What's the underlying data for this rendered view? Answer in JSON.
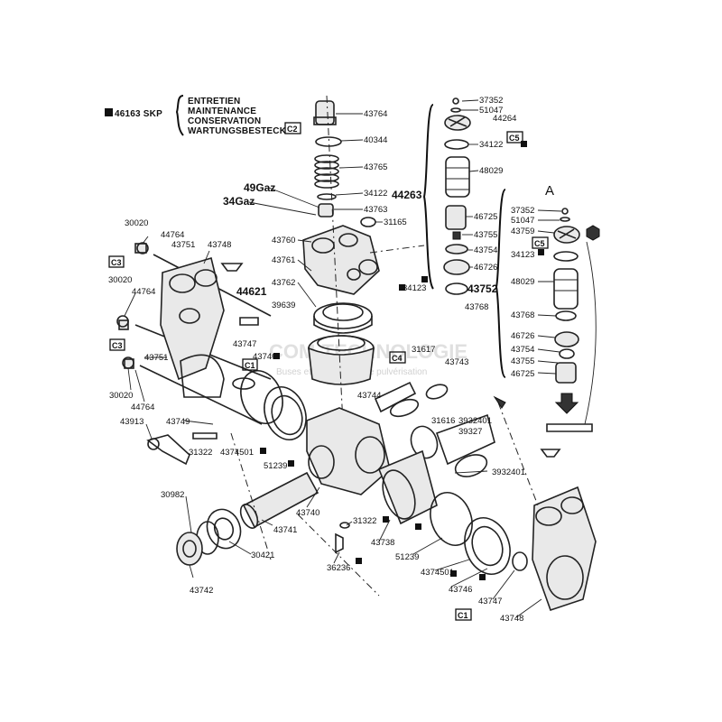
{
  "header": {
    "ref": "46163 SKP",
    "lines": [
      "ENTRETIEN",
      "MAINTENANCE",
      "CONSERVATION",
      "WARTUNGSBESTECK"
    ]
  },
  "labels": {
    "g49": "49Gaz",
    "g34": "34Gaz",
    "group_44621": "44621",
    "group_44263": "44263",
    "group_43752": "43752",
    "detail_a": "A"
  },
  "boxes": {
    "c2": "C2",
    "c1_left": "C1",
    "c4": "C4",
    "c5_top": "C5",
    "c5_right": "C5",
    "c3_a": "C3",
    "c3_b": "C3",
    "c1_bottom": "C1"
  },
  "watermark": {
    "line1": "COM-TECHNOLOGIE",
    "line2": "Buses et accessoires de pulvérisation"
  },
  "parts": {
    "p43764": "43764",
    "p40344": "40344",
    "p43765": "43765",
    "p34122": "34122",
    "p43763": "43763",
    "p31165": "31165",
    "p43760": "43760",
    "p43761": "43761",
    "p43762": "43762",
    "p39639": "39639",
    "p43746_c": "43746",
    "p34123_c": "34123",
    "p43768_c": "43768",
    "t37352": "37352",
    "t51047": "51047",
    "t44264": "44264",
    "t34122": "34122",
    "t48029": "48029",
    "t46725": "46725",
    "t43755": "43755",
    "t43754": "43754",
    "t46726": "46726",
    "r37352": "37352",
    "r51047": "51047",
    "r43759": "43759",
    "r34123": "34123",
    "r48029": "48029",
    "r43768": "43768",
    "r46726": "46726",
    "r43754": "43754",
    "r43755": "43755",
    "r46725": "46725",
    "l30020a": "30020",
    "l44764a": "44764",
    "l43751a": "43751",
    "l43748": "43748",
    "l30020b": "30020",
    "l44764b": "44764",
    "l43747": "43747",
    "l43751b": "43751",
    "l30020c": "30020",
    "l44764c": "44764",
    "m31617": "31617",
    "m43743": "43743",
    "m43744": "43744",
    "m31616": "31616",
    "m3932401a": "3932401",
    "m39327": "39327",
    "m3932401b": "3932401",
    "m43749": "43749",
    "m43913": "43913",
    "m31322a": "31322",
    "m4374501a": "4374501",
    "m51239a": "51239",
    "m30982": "30982",
    "m43740": "43740",
    "m43741": "43741",
    "m30421": "30421",
    "m43742": "43742",
    "m31322b": "31322",
    "m43738": "43738",
    "m36236": "36236",
    "m51239b": "51239",
    "m4374501b": "4374501",
    "m43746": "43746",
    "m43747": "43747",
    "m43748": "43748"
  }
}
